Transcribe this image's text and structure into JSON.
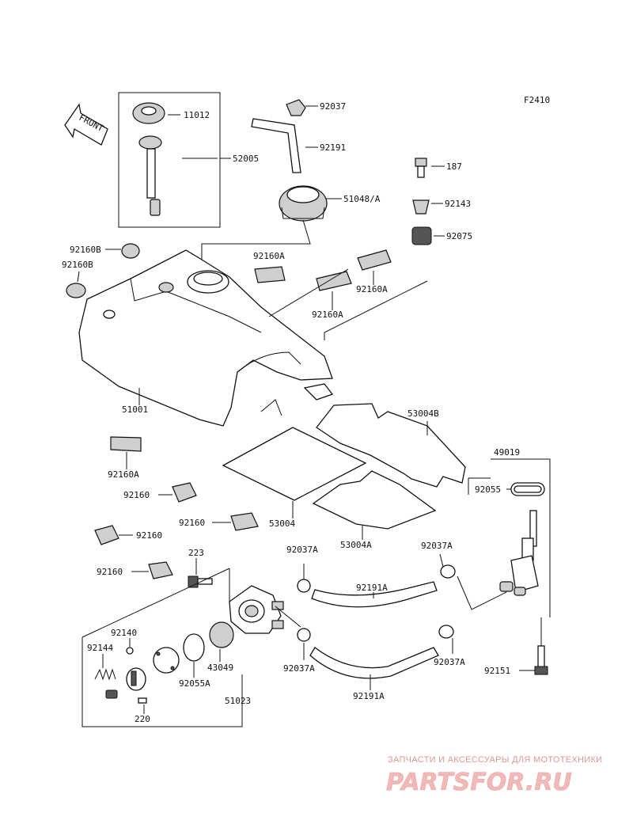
{
  "figure_code": "F2410",
  "front_arrow_text": "FRONT",
  "labels": {
    "p11012": "11012",
    "p52005": "52005",
    "p92037": "92037",
    "p92191": "92191",
    "p187": "187",
    "p51048": "51048/A",
    "p92143": "92143",
    "p92075": "92075",
    "p92160B_1": "92160B",
    "p92160B_2": "92160B",
    "p92160A_1": "92160A",
    "p92160A_2": "92160A",
    "p92160A_3": "92160A",
    "p92160A_4": "92160A",
    "p51001": "51001",
    "p53004B": "53004B",
    "p49019": "49019",
    "p92055": "92055",
    "p92160_1": "92160",
    "p92160_2": "92160",
    "p92160_3": "92160",
    "p92160_4": "92160",
    "p53004": "53004",
    "p53004A": "53004A",
    "p223": "223",
    "p92037A_1": "92037A",
    "p92037A_2": "92037A",
    "p92037A_3": "92037A",
    "p92037A_4": "92037A",
    "p92191A_1": "92191A",
    "p92191A_2": "92191A",
    "p92140": "92140",
    "p92144": "92144",
    "p43049": "43049",
    "p92055A": "92055A",
    "p51023": "51023",
    "p220": "220",
    "p92151": "92151"
  },
  "watermark": {
    "tagline": "ЗАПЧАСТИ И АКСЕССУАРЫ ДЛЯ МОТОТЕХНИКИ",
    "brand": "PARTSFOR.RU"
  }
}
